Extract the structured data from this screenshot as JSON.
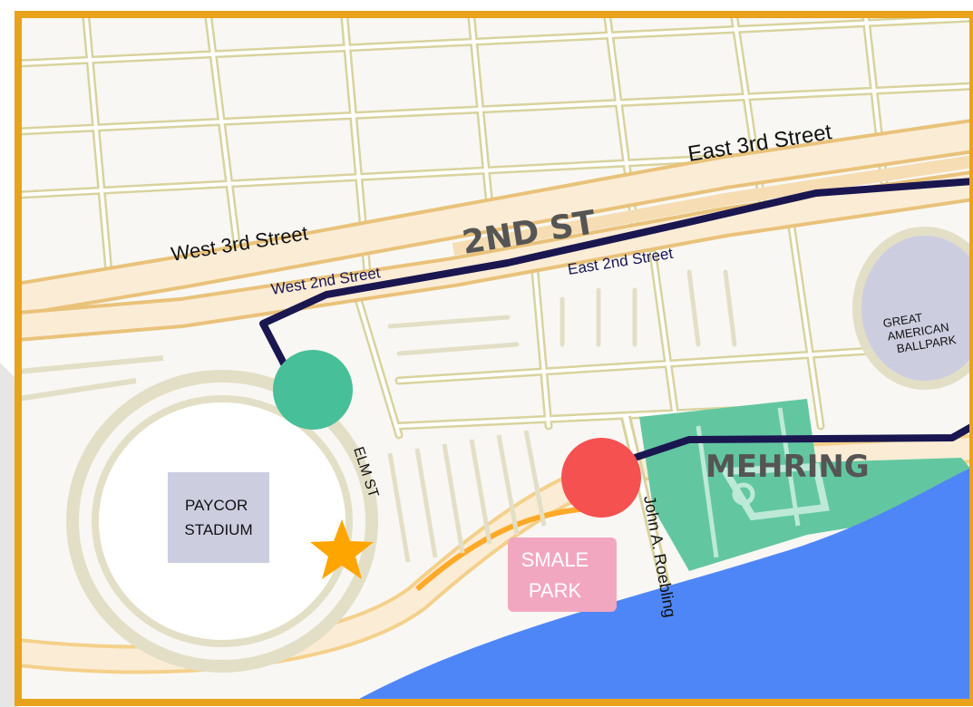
{
  "map": {
    "labels": {
      "west_3rd": "West 3rd Street",
      "east_3rd": "East 3rd Street",
      "second_st": "2ND ST",
      "west_2nd": "West 2nd Street",
      "east_2nd": "East 2nd Street",
      "elm": "ELM ST",
      "mehring": "MEHRING",
      "roebling": "John A. Roebling"
    },
    "places": {
      "paycor": [
        "PAYCOR",
        "STADIUM"
      ],
      "ballpark": [
        "GREAT",
        "AMERICAN",
        "BALLPARK"
      ],
      "smale": [
        "SMALE",
        "PARK"
      ]
    },
    "colors": {
      "frame": "#E8A21C",
      "route": "#1A1650",
      "start_marker": "#47BF98",
      "end_marker": "#F55151",
      "star": "#FFA500",
      "river": "#4F86F7",
      "park": "#62C7A0",
      "place_box": "#CDCDE0",
      "smale_box": "#F2A7C0"
    },
    "icons": [
      "star-icon",
      "start-marker-icon",
      "end-marker-icon"
    ]
  }
}
